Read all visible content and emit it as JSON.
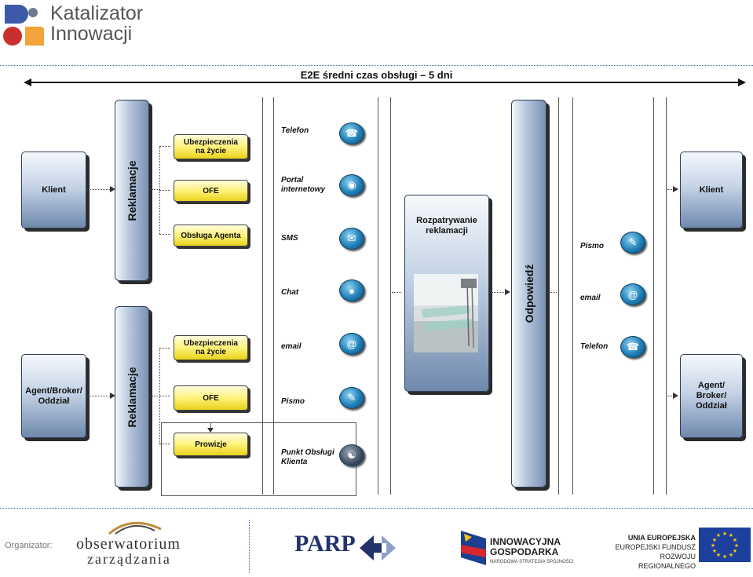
{
  "header": {
    "logo_line1": "Katalizator",
    "logo_line2": "Innowacji"
  },
  "title": "E2E średni czas obsługi – 5 dni",
  "left_clients": {
    "top": "Klient",
    "bottom_line1": "Agent/Broker/",
    "bottom_line2": "Oddział"
  },
  "reklamacje_top": "Reklamacje",
  "reklamacje_bottom": "Reklamacje",
  "categories_top": {
    "c1_line1": "Ubezpieczenia",
    "c1_line2": "na życie",
    "c2": "OFE",
    "c3": "Obsługa Agenta"
  },
  "categories_bottom": {
    "c1_line1": "Ubezpieczenia",
    "c1_line2": "na życie",
    "c2": "OFE",
    "c3": "Prowizje"
  },
  "channels_in": {
    "telefon": "Telefon",
    "portal_line1": "Portal",
    "portal_line2": "internetowy",
    "sms": "SMS",
    "chat": "Chat",
    "email": "email",
    "pismo": "Pismo",
    "punkt_line1": "Punkt Obsługi",
    "punkt_line2": "Klienta"
  },
  "process": {
    "line1": "Rozpatrywanie",
    "line2": "reklamacji"
  },
  "response": "Odpowiedź",
  "channels_out": {
    "pismo": "Pismo",
    "email": "email",
    "telefon": "Telefon"
  },
  "right_clients": {
    "top": "Klient",
    "bottom_line1": "Agent/",
    "bottom_line2": "Broker/",
    "bottom_line3": "Oddział"
  },
  "footer": {
    "organizer_label": "Organizator:",
    "obs_line1": "obserwatorium",
    "obs_line2": "zarządzania",
    "parp": "PARP",
    "ig_line1": "INNOWACYJNA",
    "ig_line2": "GOSPODARKA",
    "ig_line3": "NARODOWA STRATEGIA SPÓJNOŚCI",
    "eu_line1": "UNIA EUROPEJSKA",
    "eu_line2": "EUROPEJSKI FUNDUSZ",
    "eu_line3": "ROZWOJU REGIONALNEGO"
  },
  "colors": {
    "accent_blue": "#1f7fb7",
    "box_blue": "#7891b3",
    "yellow": "#fff27a",
    "logo_blue": "#3b5aa8",
    "logo_orange": "#f2a33a",
    "logo_red": "#c8312b"
  }
}
